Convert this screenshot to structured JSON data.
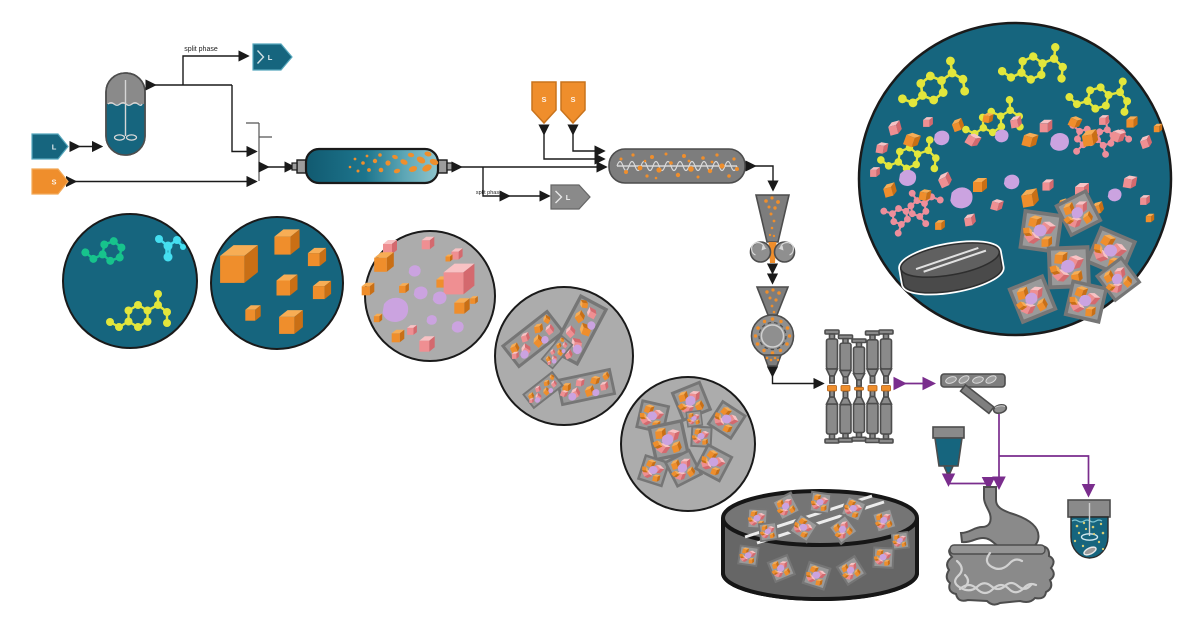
{
  "labels": {
    "split_phase_top": "split phase",
    "split_phase_mid": "split phase",
    "feed_liquid": "L",
    "feed_solid": "S",
    "hopper_1": "S",
    "hopper_2": "S",
    "outlet_liquid_top": "L",
    "outlet_liquid_mid": "L"
  },
  "palette": {
    "teal": "#16657E",
    "teal_light": "#57A8BD",
    "orange": "#EF8E2C",
    "orange_light": "#F7AD55",
    "orange_dark": "#C96F15",
    "pink": "#EF8F92",
    "pink_light": "#F8C2C4",
    "pink_dark": "#D4696E",
    "lilac": "#CBA3E0",
    "yellow": "#E2E63C",
    "green": "#17C38C",
    "cyan": "#45DEF0",
    "pink_mol": "#ED8E9B",
    "machine": "#8A8A8A",
    "machine_dark": "#4D4D4D",
    "circle_gray": "#ACACAC",
    "granule": "#9A9A9A",
    "granule_border": "#767676",
    "purple": "#7A2D8D",
    "line": "#1A1A1A"
  },
  "stations": [
    "liquid-feed",
    "solid-feed",
    "stirred-tank-reactor",
    "split-phase-outlet",
    "mixer-junction",
    "tubular-crystallizer",
    "powder-hoppers",
    "twin-screw-extruder",
    "roller-compactor",
    "mill",
    "tablet-press",
    "tablet-transfer",
    "gastric-fluid-beaker",
    "gi-tract",
    "dissolution-vessel"
  ],
  "magnified_views": [
    "dissolved-molecules",
    "api-crystals",
    "powder-blend",
    "compacted-ribbons",
    "milled-granules",
    "tablet-microstructure",
    "tablet-in-medium"
  ]
}
